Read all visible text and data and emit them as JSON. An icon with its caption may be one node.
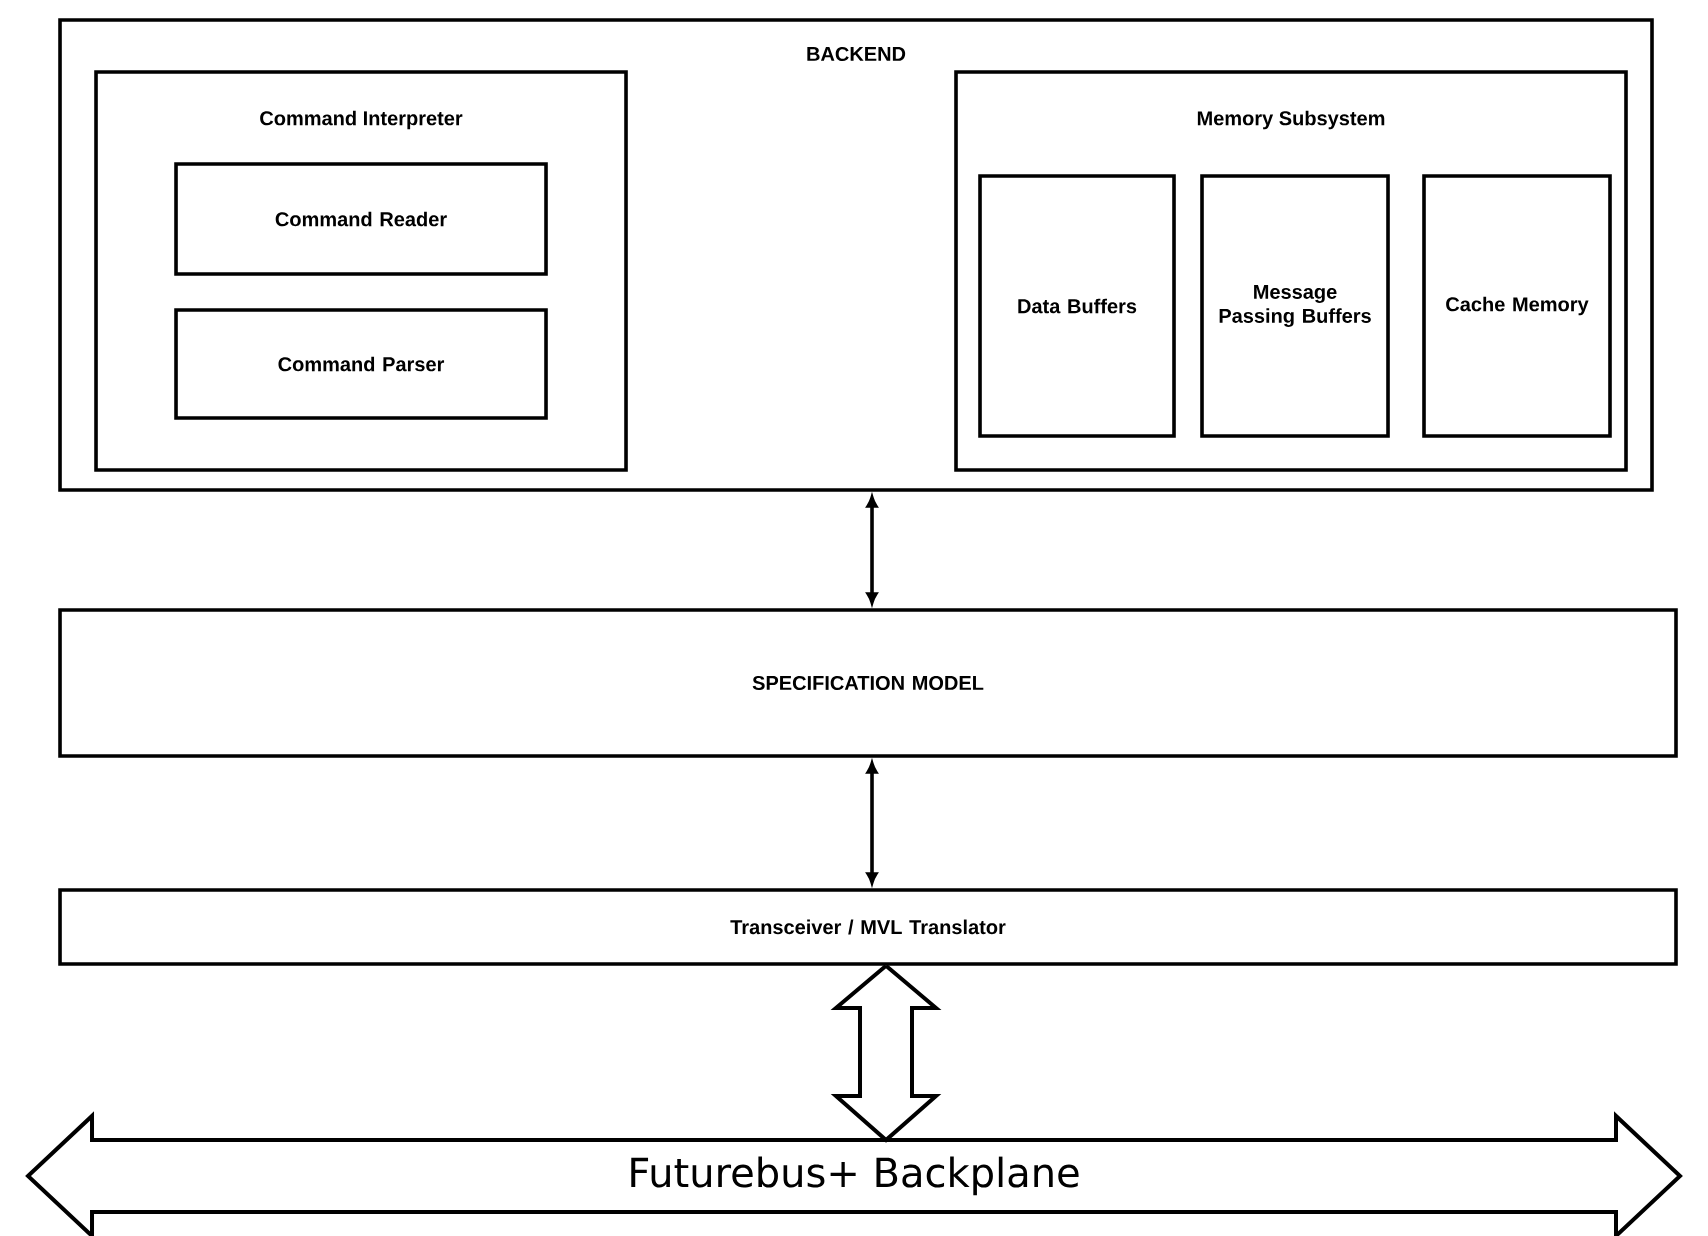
{
  "diagram": {
    "nodes": [
      {
        "text": [
          "BACKEND"
        ]
      },
      {
        "text": [
          "Command Interpreter"
        ],
        "in": 0
      },
      {
        "text": [
          "Command Reader"
        ],
        "in": 1
      },
      {
        "text": [
          "Command Parser"
        ],
        "in": 1
      },
      {
        "text": [
          "Memory Subsystem"
        ],
        "in": 0
      },
      {
        "text": [
          "Data Buffers"
        ],
        "in": 4
      },
      {
        "text": [
          "Message Passing Buffers"
        ],
        "in": 4
      },
      {
        "text": [
          "Cache Memory"
        ],
        "in": 4
      },
      {
        "text": [
          "SPECIFICATION MODEL"
        ]
      },
      {
        "text": [
          "Transceiver / MVL Translator"
        ]
      },
      {
        "text": [
          "Futurebus+ Backplane"
        ]
      }
    ],
    "edges": [
      {
        "from": 0,
        "to": 8,
        "arrow": "both"
      },
      {
        "from": 8,
        "to": 9,
        "arrow": "both"
      },
      {
        "from": 9,
        "to": 10,
        "arrow": "both",
        "style": "thick"
      }
    ]
  }
}
